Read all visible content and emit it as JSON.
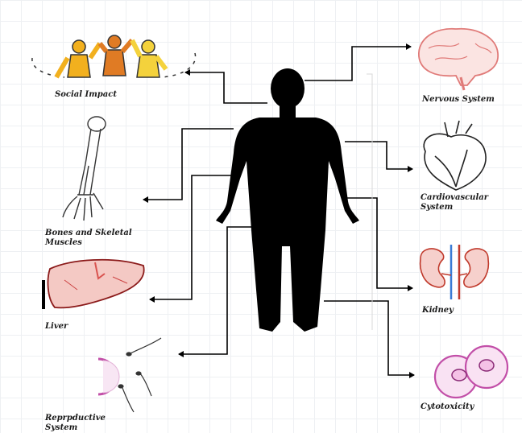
{
  "labels": {
    "social": "Social Impact",
    "bones": "Bones and Skeletal Muscles",
    "liver": "Liver",
    "reproductive": "Reprpductive System",
    "nervous": "Nervous System",
    "cardio": "Cardiovascular System",
    "kidney": "Kidney",
    "cyto": "Cytotoxicity"
  },
  "colors": {
    "silhouette": "#000000",
    "arrow": "#000000",
    "grid": "#eef0f3",
    "brain": "#e07a78",
    "liver": "#d9534f",
    "heart": "#222222",
    "kidney": "#c0392b",
    "vessel_blue": "#3a7bd5",
    "cell": "#c24fa8",
    "people": [
      "#f2b01e",
      "#e07b24",
      "#f4d23c"
    ]
  },
  "icons": {
    "social": "people-group-icon",
    "bones": "arm-bones-icon",
    "liver": "liver-icon",
    "reproductive": "sperm-egg-icon",
    "nervous": "brain-icon",
    "cardio": "heart-icon",
    "kidney": "kidneys-icon",
    "cyto": "cells-icon"
  }
}
